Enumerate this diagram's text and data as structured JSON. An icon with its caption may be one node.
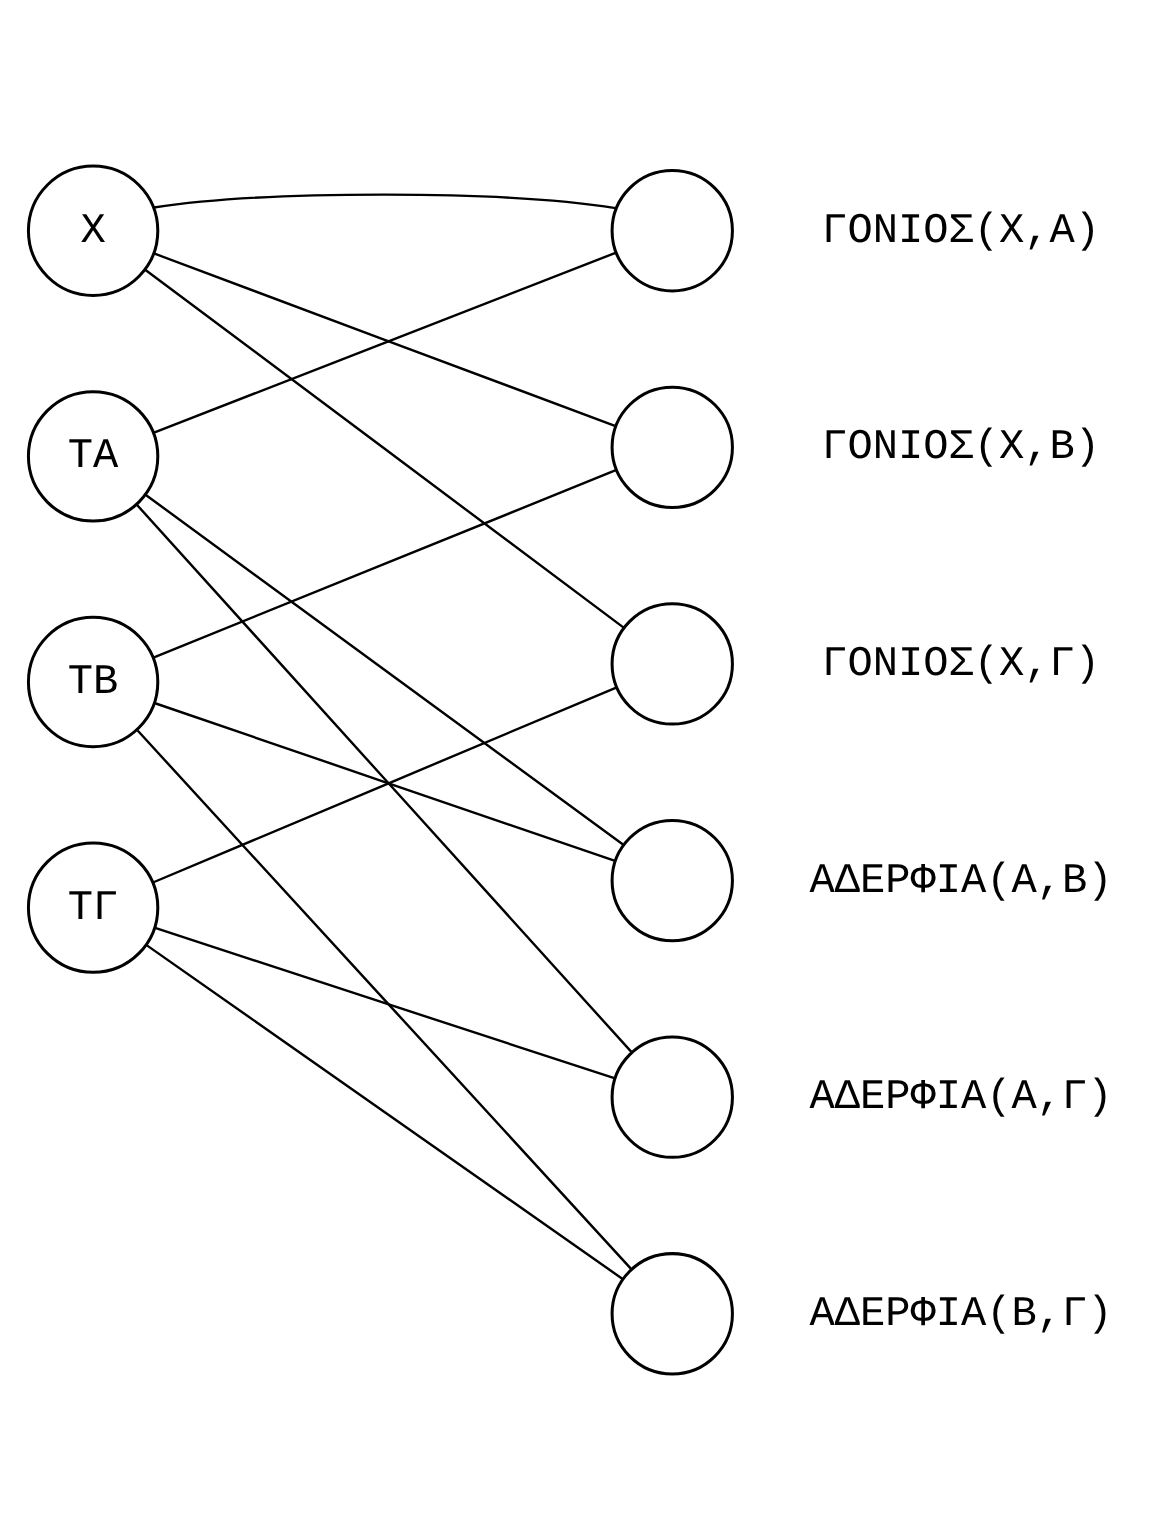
{
  "diagram": {
    "nodes": [
      {
        "text": [
          "Χ"
        ]
      },
      {
        "text": [
          "ΤΑ"
        ]
      },
      {
        "text": [
          "ΤΒ"
        ]
      },
      {
        "text": [
          "ΤΓ"
        ]
      },
      {
        "text": [],
        "shape": "circle",
        "beside": [
          "ΓΟΝΙΟΣ(Χ,Α)"
        ]
      },
      {
        "text": [],
        "shape": "circle",
        "beside": [
          "ΓΟΝΙΟΣ(Χ,Β)"
        ]
      },
      {
        "text": [],
        "shape": "circle",
        "beside": [
          "ΓΟΝΙΟΣ(Χ,Γ)"
        ]
      },
      {
        "text": [],
        "shape": "circle",
        "beside": [
          "ΑΔΕΡΦΙΑ(Α,Β)"
        ]
      },
      {
        "text": [],
        "shape": "circle",
        "beside": [
          "ΑΔΕΡΦΙΑ(Α,Γ)"
        ]
      },
      {
        "text": [],
        "shape": "circle",
        "beside": [
          "ΑΔΕΡΦΙΑ(Β,Γ)"
        ]
      }
    ],
    "edges": [
      {
        "from": 0,
        "to": 4,
        "arrow": "none"
      },
      {
        "from": 0,
        "to": 5,
        "arrow": "none"
      },
      {
        "from": 0,
        "to": 6,
        "arrow": "none"
      },
      {
        "from": 1,
        "to": 4,
        "arrow": "none"
      },
      {
        "from": 1,
        "to": 7,
        "arrow": "none"
      },
      {
        "from": 1,
        "to": 8,
        "arrow": "none"
      },
      {
        "from": 2,
        "to": 5,
        "arrow": "none"
      },
      {
        "from": 2,
        "to": 7,
        "arrow": "none"
      },
      {
        "from": 2,
        "to": 9,
        "arrow": "none"
      },
      {
        "from": 3,
        "to": 6,
        "arrow": "none"
      },
      {
        "from": 3,
        "to": 8,
        "arrow": "none"
      },
      {
        "from": 3,
        "to": 9,
        "arrow": "none"
      }
    ]
  }
}
